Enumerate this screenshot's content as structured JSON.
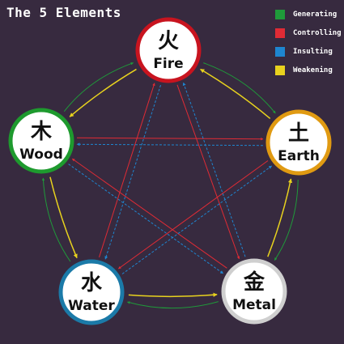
{
  "title": "The 5 Elements",
  "legend": [
    {
      "key": "generating",
      "label": "Generating",
      "color": "#1f9a3a"
    },
    {
      "key": "controlling",
      "label": "Controlling",
      "color": "#e02b35"
    },
    {
      "key": "insulting",
      "label": "Insulting",
      "color": "#1e86d0"
    },
    {
      "key": "weakening",
      "label": "Weakening",
      "color": "#e8d21e"
    }
  ],
  "elements": [
    {
      "key": "fire",
      "glyph": "火",
      "name": "Fire",
      "color": "#c8141f"
    },
    {
      "key": "earth",
      "glyph": "土",
      "name": "Earth",
      "color": "#e09a12"
    },
    {
      "key": "metal",
      "glyph": "金",
      "name": "Metal",
      "color": "#cfcfcf"
    },
    {
      "key": "water",
      "glyph": "水",
      "name": "Water",
      "color": "#1b7aa8"
    },
    {
      "key": "wood",
      "glyph": "木",
      "name": "Wood",
      "color": "#1e9a2e"
    }
  ],
  "relations": {
    "generating": [
      [
        "fire",
        "earth"
      ],
      [
        "earth",
        "metal"
      ],
      [
        "metal",
        "water"
      ],
      [
        "water",
        "wood"
      ],
      [
        "wood",
        "fire"
      ]
    ],
    "weakening": [
      [
        "earth",
        "fire"
      ],
      [
        "metal",
        "earth"
      ],
      [
        "water",
        "metal"
      ],
      [
        "wood",
        "water"
      ],
      [
        "fire",
        "wood"
      ]
    ],
    "controlling": [
      [
        "fire",
        "metal"
      ],
      [
        "earth",
        "water"
      ],
      [
        "metal",
        "wood"
      ],
      [
        "water",
        "fire"
      ],
      [
        "wood",
        "earth"
      ]
    ],
    "insulting": [
      [
        "metal",
        "fire"
      ],
      [
        "water",
        "earth"
      ],
      [
        "wood",
        "metal"
      ],
      [
        "fire",
        "water"
      ],
      [
        "earth",
        "wood"
      ]
    ]
  }
}
